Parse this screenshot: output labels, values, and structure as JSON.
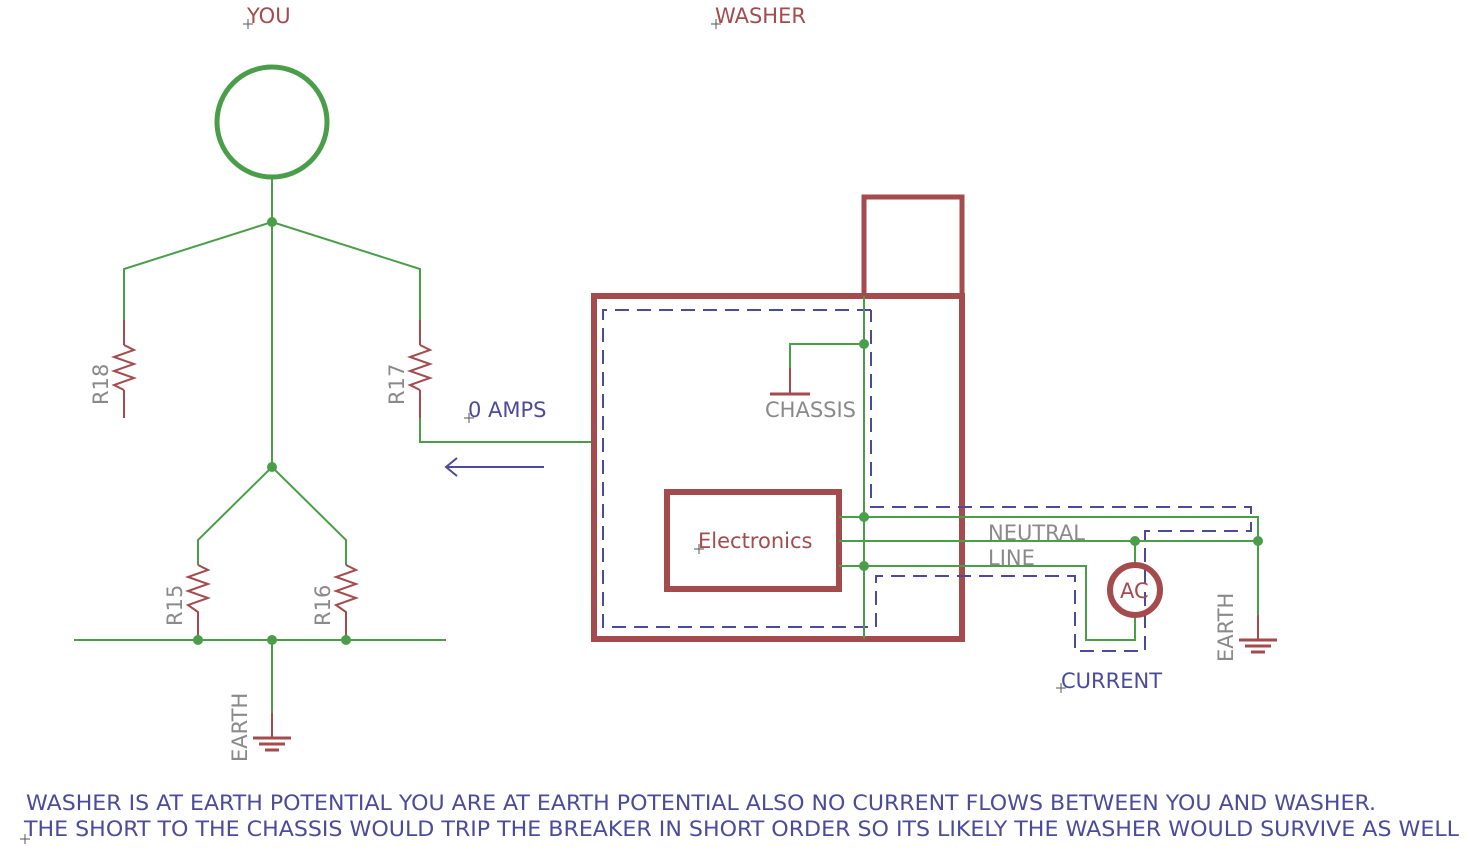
{
  "labels": {
    "you": "YOU",
    "washer": "WASHER",
    "amps": "0 AMPS",
    "chassis": "CHASSIS",
    "electronics": "Electronics",
    "neutral": "NEUTRAL",
    "line": "LINE",
    "ac": "AC",
    "current": "CURRENT",
    "earth_left": "EARTH",
    "earth_right": "EARTH"
  },
  "resistors": {
    "r18": "R18",
    "r17": "R17",
    "r15": "R15",
    "r16": "R16"
  },
  "notes": {
    "line1": "WASHER IS AT EARTH POTENTIAL YOU ARE AT EARTH POTENTIAL ALSO NO CURRENT FLOWS BETWEEN YOU AND WASHER.",
    "line2": "THE SHORT TO THE CHASSIS WOULD TRIP THE BREAKER IN SHORT ORDER SO ITS LIKELY THE WASHER WOULD SURVIVE AS WELL"
  },
  "colors": {
    "wire": "#4a9e4a",
    "component": "#a34b4d",
    "annotation": "#4b4b9a",
    "label": "#8a8a8a"
  }
}
